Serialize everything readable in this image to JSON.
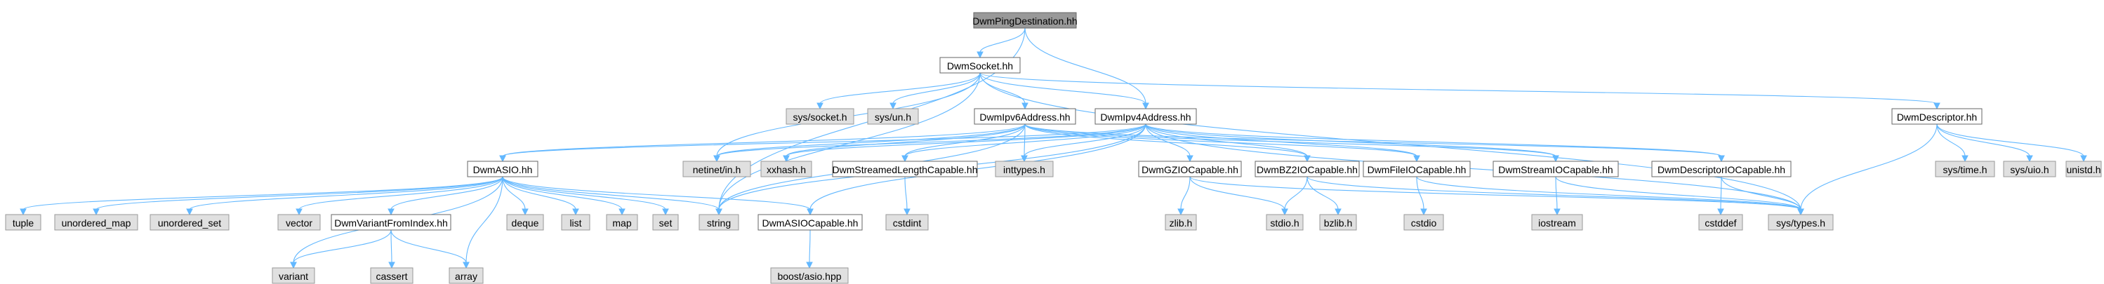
{
  "graph": {
    "root": "DwmPingDestination.hh",
    "colors": {
      "root_fill": "#999999",
      "root_stroke": "#666666",
      "header_fill": "#ffffff",
      "header_stroke": "#666666",
      "system_fill": "#e0e0e0",
      "system_stroke": "#999999",
      "edge": "#63b8ff",
      "text": "#000000"
    },
    "nodes": [
      {
        "id": "DwmPingDestination",
        "label": "DwmPingDestination.hh",
        "kind": "root"
      },
      {
        "id": "DwmSocket",
        "label": "DwmSocket.hh",
        "kind": "header"
      },
      {
        "id": "DwmIpv4Address",
        "label": "DwmIpv4Address.hh",
        "kind": "header"
      },
      {
        "id": "DwmIpv6Address",
        "label": "DwmIpv6Address.hh",
        "kind": "header"
      },
      {
        "id": "DwmDescriptor",
        "label": "DwmDescriptor.hh",
        "kind": "header"
      },
      {
        "id": "sys_socket",
        "label": "sys/socket.h",
        "kind": "system"
      },
      {
        "id": "sys_un",
        "label": "sys/un.h",
        "kind": "system"
      },
      {
        "id": "DwmASIO",
        "label": "DwmASIO.hh",
        "kind": "header"
      },
      {
        "id": "netinet_in",
        "label": "netinet/in.h",
        "kind": "system"
      },
      {
        "id": "xxhash",
        "label": "xxhash.h",
        "kind": "system"
      },
      {
        "id": "DwmStreamedLengthCapable",
        "label": "DwmStreamedLengthCapable.hh",
        "kind": "header"
      },
      {
        "id": "inttypes",
        "label": "inttypes.h",
        "kind": "system"
      },
      {
        "id": "DwmGZIOCapable",
        "label": "DwmGZIOCapable.hh",
        "kind": "header"
      },
      {
        "id": "DwmBZ2IOCapable",
        "label": "DwmBZ2IOCapable.hh",
        "kind": "header"
      },
      {
        "id": "DwmFileIOCapable",
        "label": "DwmFileIOCapable.hh",
        "kind": "header"
      },
      {
        "id": "DwmStreamIOCapable",
        "label": "DwmStreamIOCapable.hh",
        "kind": "header"
      },
      {
        "id": "DwmDescriptorIOCapable",
        "label": "DwmDescriptorIOCapable.hh",
        "kind": "header"
      },
      {
        "id": "sys_time",
        "label": "sys/time.h",
        "kind": "system"
      },
      {
        "id": "sys_uio",
        "label": "sys/uio.h",
        "kind": "system"
      },
      {
        "id": "unistd",
        "label": "unistd.h",
        "kind": "system"
      },
      {
        "id": "tuple",
        "label": "tuple",
        "kind": "system"
      },
      {
        "id": "unordered_map",
        "label": "unordered_map",
        "kind": "system"
      },
      {
        "id": "unordered_set",
        "label": "unordered_set",
        "kind": "system"
      },
      {
        "id": "vector",
        "label": "vector",
        "kind": "system"
      },
      {
        "id": "DwmVariantFromIndex",
        "label": "DwmVariantFromIndex.hh",
        "kind": "header"
      },
      {
        "id": "deque",
        "label": "deque",
        "kind": "system"
      },
      {
        "id": "list",
        "label": "list",
        "kind": "system"
      },
      {
        "id": "map",
        "label": "map",
        "kind": "system"
      },
      {
        "id": "set",
        "label": "set",
        "kind": "system"
      },
      {
        "id": "string",
        "label": "string",
        "kind": "system"
      },
      {
        "id": "DwmASIOCapable",
        "label": "DwmASIOCapable.hh",
        "kind": "header"
      },
      {
        "id": "cstdint",
        "label": "cstdint",
        "kind": "system"
      },
      {
        "id": "zlib",
        "label": "zlib.h",
        "kind": "system"
      },
      {
        "id": "stdio",
        "label": "stdio.h",
        "kind": "system"
      },
      {
        "id": "bzlib",
        "label": "bzlib.h",
        "kind": "system"
      },
      {
        "id": "cstdio",
        "label": "cstdio",
        "kind": "system"
      },
      {
        "id": "iostream",
        "label": "iostream",
        "kind": "system"
      },
      {
        "id": "cstddef",
        "label": "cstddef",
        "kind": "system"
      },
      {
        "id": "sys_types",
        "label": "sys/types.h",
        "kind": "system"
      },
      {
        "id": "variant",
        "label": "variant",
        "kind": "system"
      },
      {
        "id": "cassert",
        "label": "cassert",
        "kind": "system"
      },
      {
        "id": "array",
        "label": "array",
        "kind": "system"
      },
      {
        "id": "boost_asio",
        "label": "boost/asio.hpp",
        "kind": "system"
      }
    ],
    "edges": [
      [
        "DwmPingDestination",
        "DwmSocket"
      ],
      [
        "DwmPingDestination",
        "DwmIpv4Address"
      ],
      [
        "DwmPingDestination",
        "string"
      ],
      [
        "DwmSocket",
        "sys_socket"
      ],
      [
        "DwmSocket",
        "sys_un"
      ],
      [
        "DwmSocket",
        "DwmIpv6Address"
      ],
      [
        "DwmSocket",
        "DwmIpv4Address"
      ],
      [
        "DwmSocket",
        "DwmDescriptor"
      ],
      [
        "DwmSocket",
        "netinet_in"
      ],
      [
        "DwmSocket",
        "string"
      ],
      [
        "DwmSocket",
        "sys_types"
      ],
      [
        "DwmIpv6Address",
        "DwmASIO"
      ],
      [
        "DwmIpv6Address",
        "netinet_in"
      ],
      [
        "DwmIpv6Address",
        "xxhash"
      ],
      [
        "DwmIpv6Address",
        "DwmStreamedLengthCapable"
      ],
      [
        "DwmIpv6Address",
        "inttypes"
      ],
      [
        "DwmIpv6Address",
        "DwmBZ2IOCapable"
      ],
      [
        "DwmIpv6Address",
        "DwmFileIOCapable"
      ],
      [
        "DwmIpv6Address",
        "DwmStreamIOCapable"
      ],
      [
        "DwmIpv6Address",
        "DwmDescriptorIOCapable"
      ],
      [
        "DwmIpv6Address",
        "string"
      ],
      [
        "DwmIpv4Address",
        "DwmASIO"
      ],
      [
        "DwmIpv4Address",
        "netinet_in"
      ],
      [
        "DwmIpv4Address",
        "xxhash"
      ],
      [
        "DwmIpv4Address",
        "DwmStreamedLengthCapable"
      ],
      [
        "DwmIpv4Address",
        "inttypes"
      ],
      [
        "DwmIpv4Address",
        "DwmGZIOCapable"
      ],
      [
        "DwmIpv4Address",
        "DwmBZ2IOCapable"
      ],
      [
        "DwmIpv4Address",
        "DwmFileIOCapable"
      ],
      [
        "DwmIpv4Address",
        "DwmStreamIOCapable"
      ],
      [
        "DwmIpv4Address",
        "DwmDescriptorIOCapable"
      ],
      [
        "DwmIpv4Address",
        "string"
      ],
      [
        "DwmIpv4Address",
        "DwmASIOCapable"
      ],
      [
        "DwmIpv4Address",
        "sys_types"
      ],
      [
        "DwmDescriptor",
        "sys_time"
      ],
      [
        "DwmDescriptor",
        "sys_uio"
      ],
      [
        "DwmDescriptor",
        "unistd"
      ],
      [
        "DwmDescriptor",
        "sys_types"
      ],
      [
        "DwmASIO",
        "tuple"
      ],
      [
        "DwmASIO",
        "unordered_map"
      ],
      [
        "DwmASIO",
        "unordered_set"
      ],
      [
        "DwmASIO",
        "vector"
      ],
      [
        "DwmASIO",
        "DwmVariantFromIndex"
      ],
      [
        "DwmASIO",
        "variant"
      ],
      [
        "DwmASIO",
        "array"
      ],
      [
        "DwmASIO",
        "deque"
      ],
      [
        "DwmASIO",
        "list"
      ],
      [
        "DwmASIO",
        "map"
      ],
      [
        "DwmASIO",
        "set"
      ],
      [
        "DwmASIO",
        "string"
      ],
      [
        "DwmASIO",
        "DwmASIOCapable"
      ],
      [
        "DwmVariantFromIndex",
        "variant"
      ],
      [
        "DwmVariantFromIndex",
        "cassert"
      ],
      [
        "DwmVariantFromIndex",
        "array"
      ],
      [
        "DwmStreamedLengthCapable",
        "cstdint"
      ],
      [
        "DwmGZIOCapable",
        "zlib"
      ],
      [
        "DwmGZIOCapable",
        "stdio"
      ],
      [
        "DwmGZIOCapable",
        "sys_types"
      ],
      [
        "DwmBZ2IOCapable",
        "stdio"
      ],
      [
        "DwmBZ2IOCapable",
        "bzlib"
      ],
      [
        "DwmBZ2IOCapable",
        "sys_types"
      ],
      [
        "DwmFileIOCapable",
        "cstdio"
      ],
      [
        "DwmFileIOCapable",
        "sys_types"
      ],
      [
        "DwmStreamIOCapable",
        "iostream"
      ],
      [
        "DwmStreamIOCapable",
        "sys_types"
      ],
      [
        "DwmDescriptorIOCapable",
        "cstddef"
      ],
      [
        "DwmDescriptorIOCapable",
        "sys_types"
      ],
      [
        "DwmASIOCapable",
        "boost_asio"
      ]
    ]
  }
}
